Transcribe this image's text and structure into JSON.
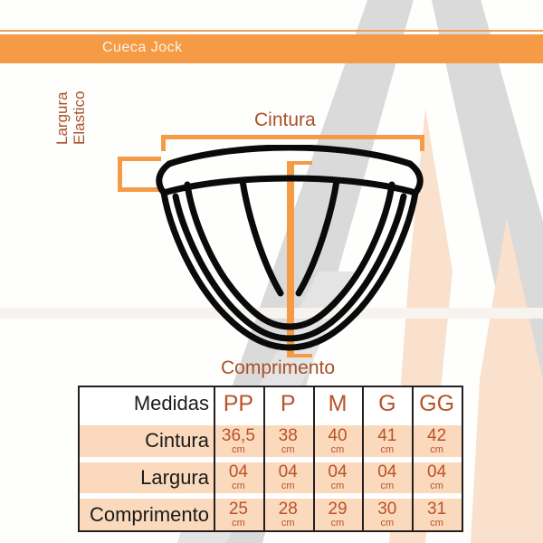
{
  "header": {
    "title": "Cueca Jock",
    "band_color": "#f59b46",
    "title_color": "#fdf2e6",
    "rule_color": "#f0a05a"
  },
  "diagram": {
    "label_cintura": "Cintura",
    "label_comprimento": "Comprimento",
    "label_largura_line1": "Largura",
    "label_largura_line2": "Elastico",
    "guide_color": "#f59b46",
    "outline_color": "#000000",
    "label_color": "#a9512a",
    "garment_icon": "jockstrap-outline-icon"
  },
  "table": {
    "columns": [
      "Medidas",
      "PP",
      "P",
      "M",
      "G",
      "GG"
    ],
    "header_label": "Medidas",
    "sizes": [
      "PP",
      "P",
      "M",
      "G",
      "GG"
    ],
    "unit": "cm",
    "rows": [
      {
        "label": "Cintura",
        "values": [
          "36,5",
          "38",
          "40",
          "41",
          "42"
        ],
        "units": [
          "cm",
          "cm",
          "cm",
          "cm",
          "cm"
        ]
      },
      {
        "label": "Largura",
        "values": [
          "04",
          "04",
          "04",
          "04",
          "04"
        ],
        "units": [
          "cm",
          "cm",
          "cm",
          "cm",
          "cm"
        ]
      },
      {
        "label": "Comprimento",
        "values": [
          "25",
          "28",
          "29",
          "30",
          "31"
        ],
        "units": [
          "cm",
          "cm",
          "cm",
          "cm",
          "cm"
        ]
      }
    ],
    "band_color": "#fad9bc",
    "border_color": "#231f20",
    "size_text_color": "#b8532a",
    "label_text_color": "#1b1b1b"
  },
  "watermark": {
    "shape": "letter-a-watermark",
    "gray": "#d9d9d9",
    "peach": "#fae0cd"
  }
}
